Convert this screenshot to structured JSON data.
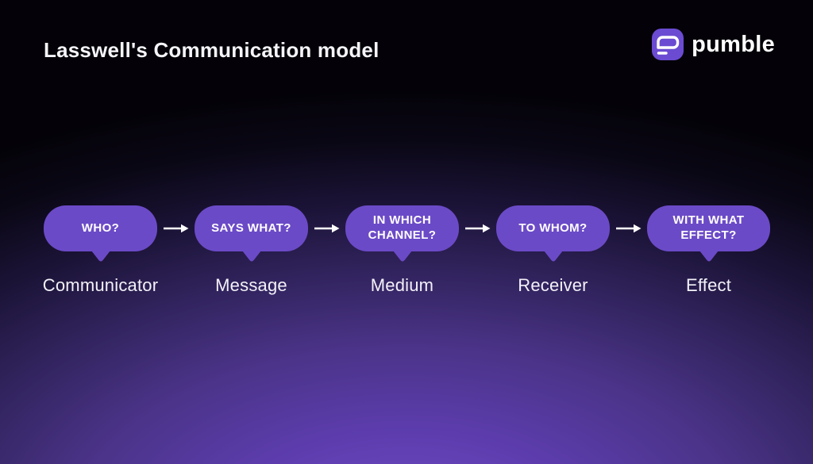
{
  "title": "Lasswell's Communication model",
  "logo": {
    "text": "pumble",
    "icon": "pumble-speech-bubble-icon"
  },
  "diagram": {
    "stages": [
      {
        "question": "WHO?",
        "label": "Communicator"
      },
      {
        "question": "SAYS WHAT?",
        "label": "Message"
      },
      {
        "question": "IN WHICH CHANNEL?",
        "label": "Medium"
      },
      {
        "question": "TO WHOM?",
        "label": "Receiver"
      },
      {
        "question": "WITH WHAT EFFECT?",
        "label": "Effect"
      }
    ]
  },
  "colors": {
    "bubble_fill": "#6b4ac7",
    "background_glow": "#6f4cc4",
    "background_dark": "#040208",
    "text": "#ffffff",
    "logo_icon_fill": "#6b4bd2"
  }
}
